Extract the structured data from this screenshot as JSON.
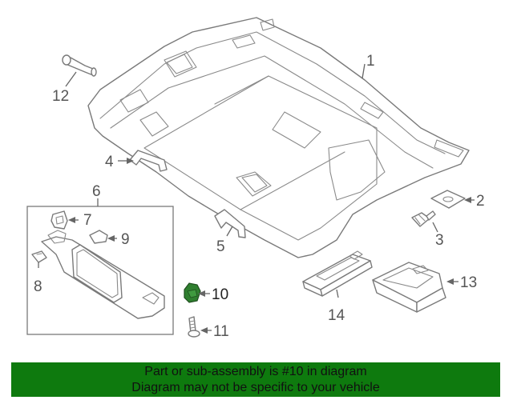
{
  "callouts": {
    "c1": "1",
    "c2": "2",
    "c3": "3",
    "c4": "4",
    "c5": "5",
    "c6": "6",
    "c7": "7",
    "c8": "8",
    "c9": "9",
    "c10": "10",
    "c11": "11",
    "c12": "12",
    "c13": "13",
    "c14": "14"
  },
  "highlight": {
    "part": "10",
    "color": "#2f7f2f"
  },
  "banner": {
    "line1": "Part or sub-assembly is #10 in diagram",
    "line2": "Diagram may not be specific to your vehicle",
    "background": "#0e7a0e"
  }
}
